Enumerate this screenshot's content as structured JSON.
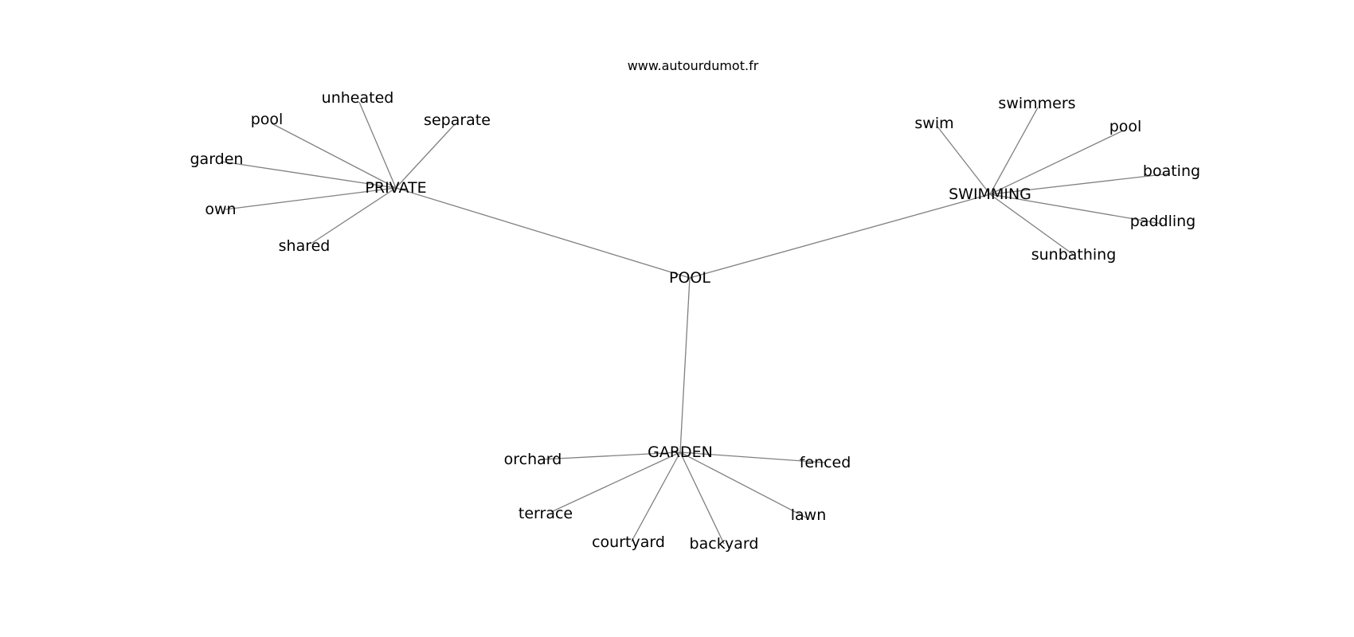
{
  "source": "www.autourdumot.fr",
  "graph": {
    "center": "POOL",
    "hubs": [
      {
        "id": "private",
        "label": "PRIVATE",
        "leaves": [
          {
            "id": "pool",
            "label": "pool"
          },
          {
            "id": "unheated",
            "label": "unheated"
          },
          {
            "id": "separate",
            "label": "separate"
          },
          {
            "id": "garden",
            "label": "garden"
          },
          {
            "id": "own",
            "label": "own"
          },
          {
            "id": "shared",
            "label": "shared"
          }
        ]
      },
      {
        "id": "swimming",
        "label": "SWIMMING",
        "leaves": [
          {
            "id": "swim",
            "label": "swim"
          },
          {
            "id": "swimmers",
            "label": "swimmers"
          },
          {
            "id": "pool",
            "label": "pool"
          },
          {
            "id": "boating",
            "label": "boating"
          },
          {
            "id": "paddling",
            "label": "paddling"
          },
          {
            "id": "sunbathing",
            "label": "sunbathing"
          }
        ]
      },
      {
        "id": "garden",
        "label": "GARDEN",
        "leaves": [
          {
            "id": "orchard",
            "label": "orchard"
          },
          {
            "id": "fenced",
            "label": "fenced"
          },
          {
            "id": "terrace",
            "label": "terrace"
          },
          {
            "id": "lawn",
            "label": "lawn"
          },
          {
            "id": "courtyard",
            "label": "courtyard"
          },
          {
            "id": "backyard",
            "label": "backyard"
          }
        ]
      }
    ]
  }
}
